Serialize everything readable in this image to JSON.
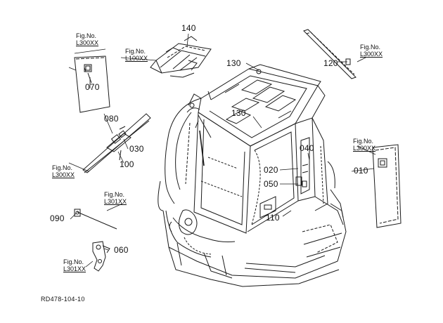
{
  "diagram_code": "RD478-104-10",
  "parts": {
    "p140": "140",
    "p130a": "130",
    "p130b": "130",
    "p120": "120",
    "p070": "070",
    "p080": "080",
    "p030": "030",
    "p100": "100",
    "p040": "040",
    "p020": "020",
    "p050": "050",
    "p010": "010",
    "p110": "110",
    "p090": "090",
    "p060": "060"
  },
  "fig_refs": {
    "r1": {
      "label": "Fig.No.",
      "code": "L300XX"
    },
    "r2": {
      "label": "Fig.No.",
      "code": "L100XX"
    },
    "r3": {
      "label": "Fig.No.",
      "code": "L300XX"
    },
    "r4": {
      "label": "Fig.No.",
      "code": "L300XX"
    },
    "r5": {
      "label": "Fig.No.",
      "code": "L300XX"
    },
    "r6": {
      "label": "Fig.No.",
      "code": "L301XX"
    },
    "r7": {
      "label": "Fig.No.",
      "code": "L301XX"
    }
  },
  "colors": {
    "line": "#1a1a1a",
    "background": "#ffffff"
  }
}
